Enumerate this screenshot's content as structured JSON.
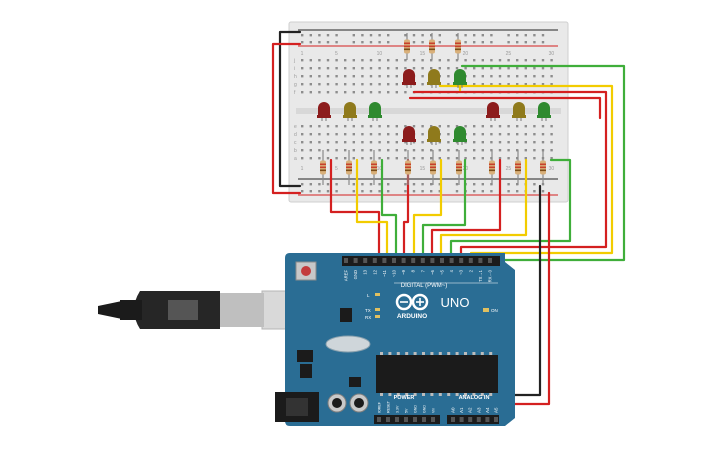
{
  "board": {
    "brand": "ARDUINO",
    "model": "UNO",
    "digital_label": "DIGITAL (PWM~)",
    "power_label": "POWER",
    "analog_label": "ANALOG IN",
    "on_label": "ON",
    "l_label": "L",
    "tx_label": "TX",
    "rx_label": "RX",
    "digital_pins": [
      "AREF",
      "GND",
      "13",
      "12",
      "~11",
      "~10",
      "~9",
      "8",
      "7",
      "~6",
      "~5",
      "4",
      "~3",
      "2",
      "TX→1",
      "RX←0"
    ],
    "power_pins": [
      "IOREF",
      "RESET",
      "3.3V",
      "5V",
      "GND",
      "GND",
      "Vin"
    ],
    "analog_pins": [
      "A0",
      "A1",
      "A2",
      "A3",
      "A4",
      "A5"
    ]
  },
  "breadboard": {
    "columns": [
      "1",
      "5",
      "10",
      "15",
      "20",
      "25",
      "30"
    ],
    "rows_top": [
      "j",
      "i",
      "h",
      "g",
      "f"
    ],
    "rows_bottom": [
      "e",
      "d",
      "c",
      "b",
      "a"
    ]
  },
  "colors": {
    "board": "#2a6d94",
    "breadboard": "#e8e8e8",
    "wire_red": "#d42020",
    "wire_black": "#222222",
    "wire_yellow": "#f2cc00",
    "wire_green": "#3fae3a",
    "led_red": "#8c1c1c",
    "led_yellow": "#8f7a1c",
    "led_green": "#2f8a2f"
  },
  "leds": [
    "red",
    "yellow",
    "green",
    "red",
    "yellow",
    "green",
    "red",
    "yellow",
    "green",
    "red",
    "yellow",
    "green"
  ],
  "icons": [
    "usb-cable-icon",
    "arduino-logo-icon",
    "power-jack-icon"
  ]
}
